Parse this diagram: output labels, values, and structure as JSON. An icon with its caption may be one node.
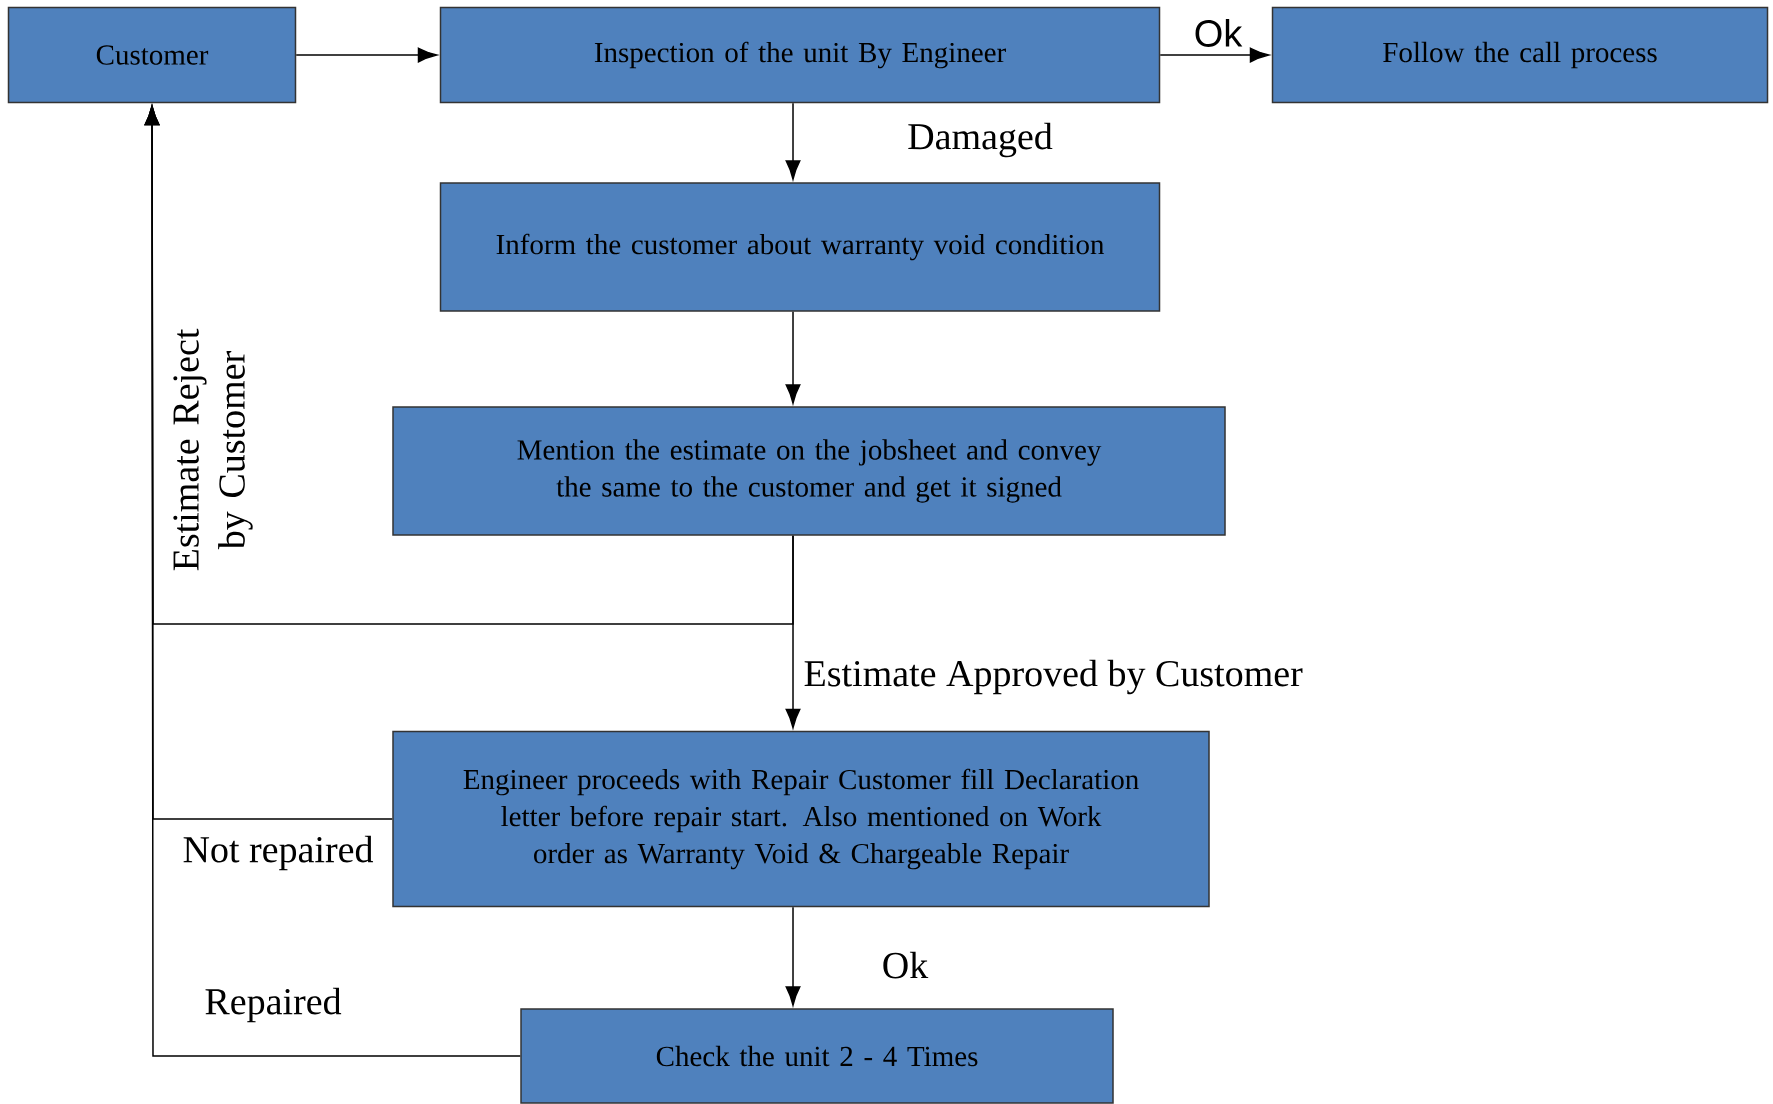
{
  "diagram": {
    "nodes": [
      {
        "text": [
          "Customer"
        ]
      },
      {
        "text": [
          "Inspection of the unit By Engineer"
        ]
      },
      {
        "text": [
          "Follow the call process"
        ]
      },
      {
        "text": [
          "Inform the customer about warranty void condition"
        ]
      },
      {
        "text": [
          "Mention the estimate on the jobsheet and convey the same to the customer and get it signed"
        ]
      },
      {
        "text": [
          "Engineer proceeds with Repair Customer fill Declaration letter before repair start. Also mentioned on Work order as Warranty Void & Chargeable Repair"
        ]
      },
      {
        "text": [
          "Check the unit  2 - 4 Times"
        ]
      }
    ],
    "edges": [
      {
        "from": 0,
        "to": 1,
        "arrow": "to"
      },
      {
        "from": 1,
        "to": 2,
        "arrow": "to",
        "label": "Ok"
      },
      {
        "from": 1,
        "to": 3,
        "arrow": "to",
        "label": "Damaged"
      },
      {
        "from": 3,
        "to": 4,
        "arrow": "to"
      },
      {
        "from": 4,
        "to": 5,
        "arrow": "to",
        "label": "Estimate Approved by Customer"
      },
      {
        "from": 4,
        "to": 0,
        "arrow": "to",
        "label": "Estimate Reject by Customer"
      },
      {
        "from": 5,
        "to": 0,
        "arrow": "to",
        "label": "Not repaired"
      },
      {
        "from": 5,
        "to": 6,
        "arrow": "to",
        "label": "Ok"
      },
      {
        "from": 6,
        "to": 0,
        "arrow": "to",
        "label": "Repaired"
      }
    ]
  }
}
